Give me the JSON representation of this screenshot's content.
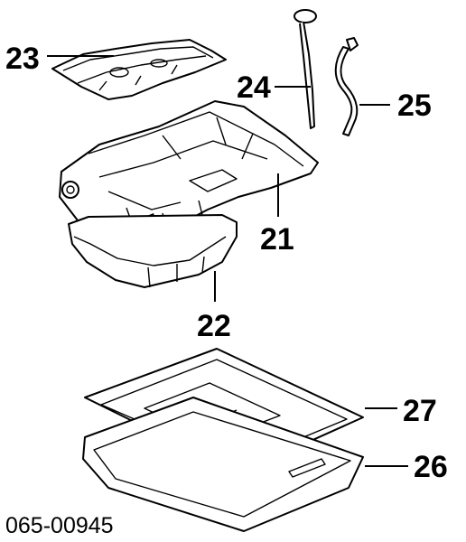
{
  "diagram": {
    "callouts": [
      "23",
      "24",
      "25",
      "21",
      "22",
      "27",
      "26"
    ],
    "reference_code": "065-00945"
  }
}
